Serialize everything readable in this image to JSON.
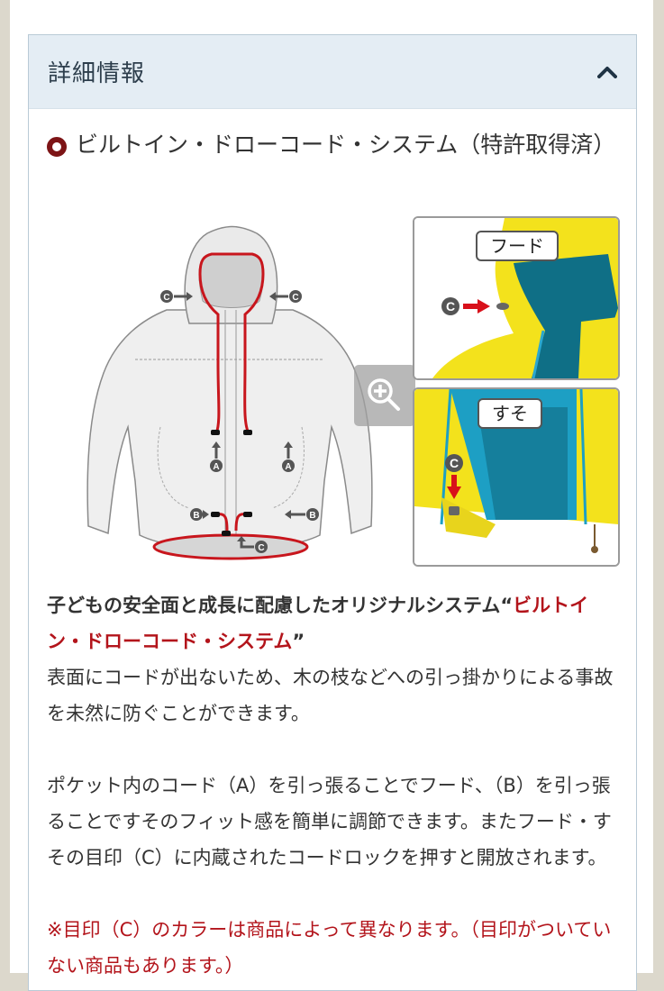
{
  "panel": {
    "title": "詳細情報",
    "toggle_icon": "chevron-up-icon",
    "expanded": true
  },
  "feature": {
    "title": "ビルトイン・ドローコード・システム（特許取得済）",
    "bullet_color": "#7d1416"
  },
  "diagram": {
    "labels": {
      "c_hood_left": "C",
      "c_hood_right": "C",
      "a_left": "A",
      "a_right": "A",
      "b_left": "B",
      "b_right": "B",
      "c_hem": "C"
    },
    "cord_color": "#c8161d",
    "zoom_icon": "zoom-in-icon"
  },
  "photos": {
    "hood": {
      "label": "フード",
      "marker": "C"
    },
    "hem": {
      "label": "すそ",
      "marker": "C"
    }
  },
  "description": {
    "lead_prefix": "子どもの安全面と成長に配慮したオリジナルシステム“",
    "lead_highlight": "ビルトイン・ドローコード・システム",
    "lead_suffix": "”",
    "paragraph1": "表面にコードが出ないため、木の枝などへの引っ掛かりによる事故を未然に防ぐことができます。",
    "paragraph2": "ポケット内のコード（A）を引っ張ることでフード、（B）を引っ張ることですそのフィット感を簡単に調節できます。またフード・すその目印（C）に内蔵されたコードロックを押すと開放されます。",
    "note": "※目印（C）のカラーは商品によって異なります。（目印がついていない商品もあります。）",
    "accent_color": "#b3141b"
  }
}
